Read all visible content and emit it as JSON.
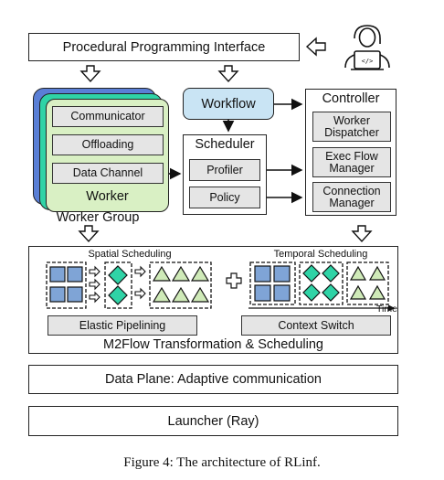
{
  "interface_title": "Procedural Programming Interface",
  "worker": {
    "items": [
      "Communicator",
      "Offloading",
      "Data Channel"
    ],
    "label": "Worker",
    "group_label": "Worker Group"
  },
  "workflow_label": "Workflow",
  "scheduler": {
    "title": "Scheduler",
    "items": [
      "Profiler",
      "Policy"
    ]
  },
  "controller": {
    "title": "Controller",
    "items": [
      "Worker Dispatcher",
      "Exec Flow Manager",
      "Connection Manager"
    ]
  },
  "m2flow": {
    "spatial_title": "Spatial Scheduling",
    "temporal_title": "Temporal Scheduling",
    "time_label": "Time",
    "elastic_label": "Elastic Pipelining",
    "context_label": "Context Switch",
    "section_label": "M2Flow Transformation & Scheduling"
  },
  "data_plane_label": "Data Plane: Adaptive communication",
  "launcher_label": "Launcher (Ray)",
  "caption": "Figure 4: The architecture of RLinf.",
  "colors": {
    "worker_front": "#d9f0c4",
    "worker_mid": "#2fd3a6",
    "worker_back": "#5a7fd6",
    "workflow": "#c9e4f4",
    "grey_box": "#e5e5e5",
    "square": "#7fa4d6",
    "diamond": "#2fd3a6",
    "triangle": "#cfeab8"
  },
  "icons": [
    "left-arrow-icon",
    "user-laptop-icon",
    "down-arrow-icon",
    "right-arrow-icon",
    "plus-icon"
  ]
}
